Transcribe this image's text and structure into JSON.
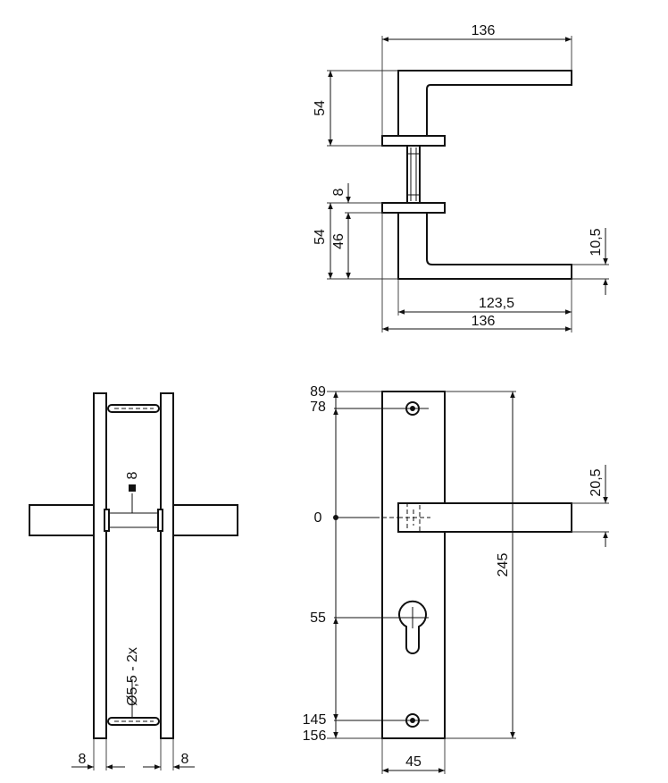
{
  "side_view": {
    "width_top": "136",
    "rose_to_handle_top": "54",
    "spindle_gap": "8",
    "rose_to_handle_bottom": "54",
    "rose_offset_bottom": "46",
    "handle_thickness": "10,5",
    "lever_length": "123,5",
    "width_bottom": "136"
  },
  "plate_side_view": {
    "spindle": "8",
    "screw_holes": "Ø5,5 - 2x",
    "plate_thickness_left": "8",
    "plate_thickness_right": "8"
  },
  "front_view": {
    "top_edge": "89",
    "top_screw": "78",
    "handle_axis": "0",
    "handle_thickness": "20,5",
    "plate_height": "245",
    "cylinder_center": "55",
    "bottom_screw": "145",
    "bottom_edge": "156",
    "plate_width": "45"
  },
  "colors": {
    "line": "#111111",
    "background": "#ffffff"
  }
}
